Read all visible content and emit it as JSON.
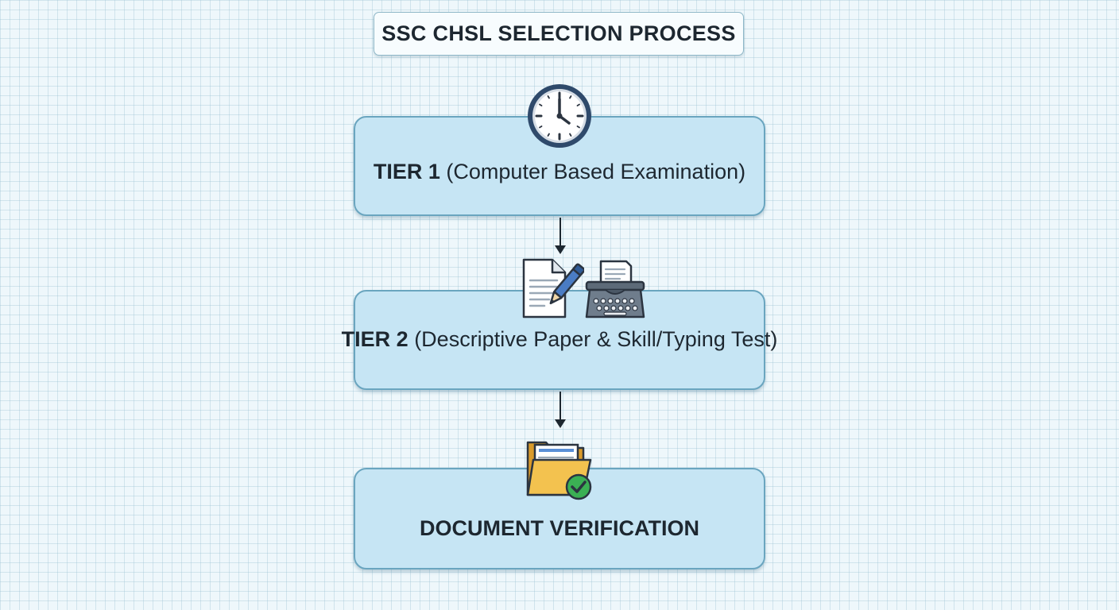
{
  "title": "SSC CHSL SELECTION PROCESS",
  "steps": [
    {
      "strong": "TIER 1",
      "rest": " (Computer Based Examination)",
      "icons": [
        "clock-icon"
      ]
    },
    {
      "strong": "TIER 2",
      "rest": " (Descriptive Paper & Skill/Typing Test)",
      "icons": [
        "document-pen-icon",
        "typewriter-icon"
      ]
    },
    {
      "strong": "",
      "rest": "DOCUMENT VERIFICATION",
      "icons": [
        "folder-check-icon"
      ]
    }
  ],
  "colors": {
    "box_fill": "#c6e5f4",
    "box_border": "#6aa5bf",
    "text": "#1d2730",
    "check_green": "#3bb054",
    "folder_yellow": "#f3c24f"
  }
}
